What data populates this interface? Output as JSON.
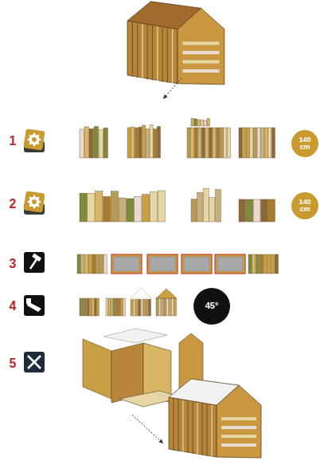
{
  "diagram": {
    "nodes": [
      {
        "text": [
          "140 cm"
        ]
      },
      {
        "text": [
          "140 cm"
        ]
      },
      {
        "text": [
          "45°"
        ]
      }
    ],
    "labels": [
      "1",
      "2",
      "3",
      "4",
      "5"
    ]
  }
}
